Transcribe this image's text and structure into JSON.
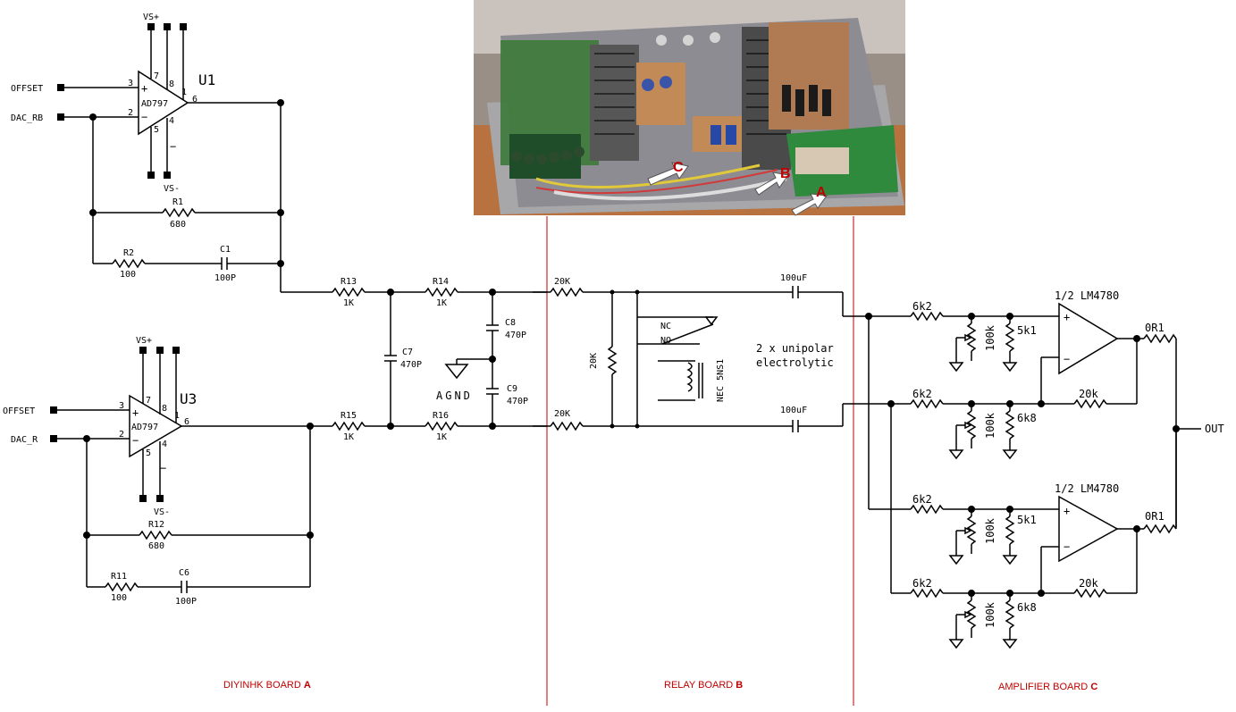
{
  "boards": {
    "a": {
      "label": "DIYINHK BOARD",
      "letter": "A"
    },
    "b": {
      "label": "RELAY BOARD",
      "letter": "B"
    },
    "c": {
      "label": "AMPLIFIER BOARD",
      "letter": "C"
    }
  },
  "photo": {
    "arrows": [
      "C",
      "B",
      "A"
    ]
  },
  "u1": {
    "name": "U1",
    "part": "AD797",
    "vplus": "VS+",
    "vminus": "VS-",
    "in_offset": "OFFSET",
    "in_dac": "DAC_RB",
    "p3": "3",
    "p2": "2",
    "p7": "7",
    "p8": "8",
    "p1": "1",
    "p6": "6",
    "p5": "5",
    "p4": "4"
  },
  "u3": {
    "name": "U3",
    "part": "AD797",
    "vplus": "VS+",
    "vminus": "VS-",
    "in_offset": "OFFSET",
    "in_dac": "DAC_R",
    "p3": "3",
    "p2": "2",
    "p7": "7",
    "p8": "8",
    "p1": "1",
    "p6": "6",
    "p5": "5",
    "p4": "4"
  },
  "parts": {
    "r1": {
      "ref": "R1",
      "val": "680"
    },
    "r2": {
      "ref": "R2",
      "val": "100"
    },
    "c1": {
      "ref": "C1",
      "val": "100P"
    },
    "r13": {
      "ref": "R13",
      "val": "1K"
    },
    "r14": {
      "ref": "R14",
      "val": "1K"
    },
    "c8": {
      "ref": "C8",
      "val": "470P"
    },
    "c7": {
      "ref": "C7",
      "val": "470P"
    },
    "c9": {
      "ref": "C9",
      "val": "470P"
    },
    "agnd": "AGND",
    "r15": {
      "ref": "R15",
      "val": "1K"
    },
    "r16": {
      "ref": "R16",
      "val": "1K"
    },
    "r12": {
      "ref": "R12",
      "val": "680"
    },
    "r11": {
      "ref": "R11",
      "val": "100"
    },
    "c6": {
      "ref": "C6",
      "val": "100P"
    }
  },
  "relay": {
    "r_top": "20K",
    "r_mid": "20K",
    "r_bot": "20K",
    "nc": "NC",
    "no": "NO",
    "coil": "NEC 5NS1",
    "cap_top": "100uF",
    "cap_bot": "100uF",
    "note1": "2 x unipolar",
    "note2": "electrolytic"
  },
  "amp": {
    "chip_label": "1/2 LM4780",
    "r_in": "6k2",
    "pot": "100k",
    "r_5k1": "5k1",
    "r_6k8": "6k8",
    "r_fb": "20k",
    "r_out": "0R1",
    "out": "OUT",
    "plus": "+",
    "minus": "−"
  }
}
